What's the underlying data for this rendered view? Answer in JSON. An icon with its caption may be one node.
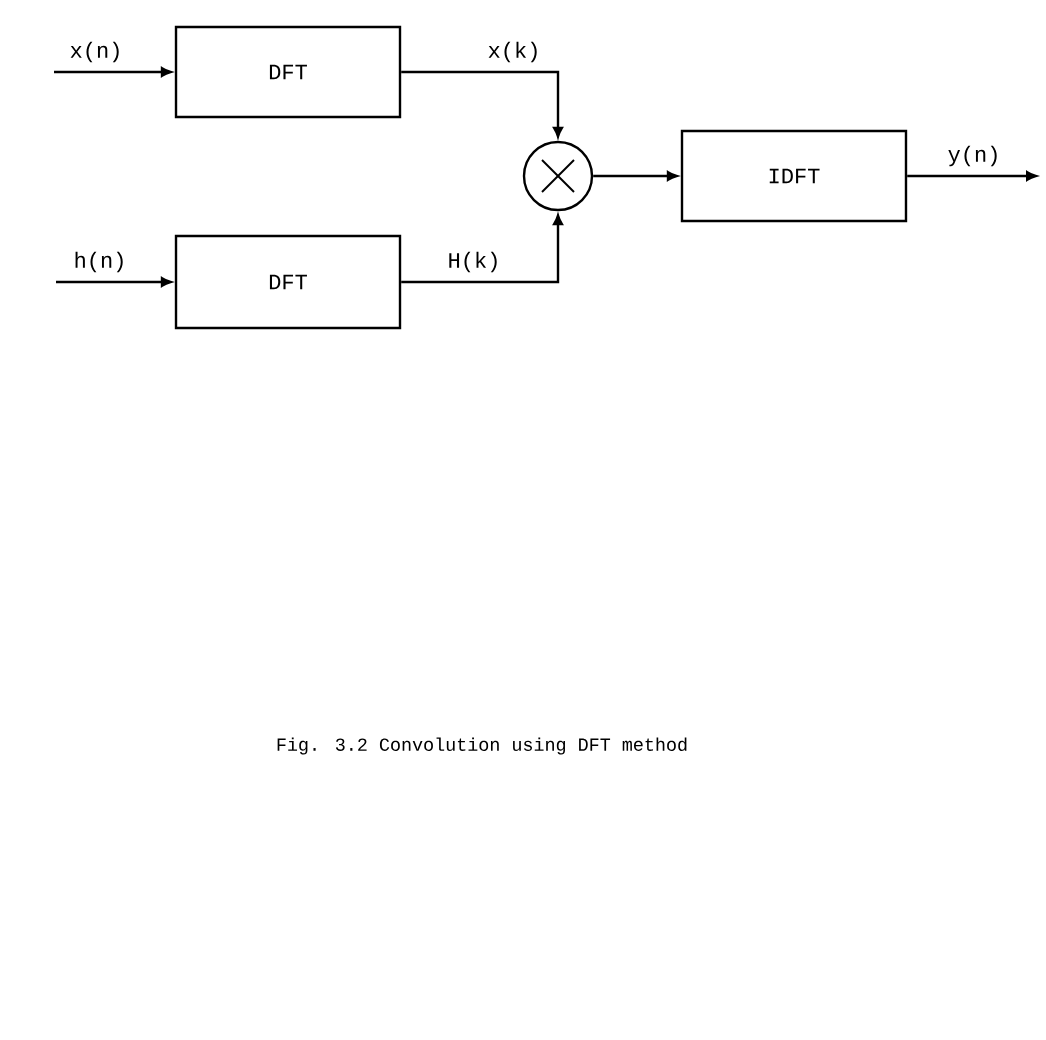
{
  "diagram": {
    "caption": "Fig. 3.2  Convolution using DFT method",
    "nodes": [
      {
        "text": [
          "DFT"
        ]
      },
      {
        "text": [
          "DFT"
        ]
      },
      {
        "text": [],
        "shape": "circle"
      },
      {
        "text": [
          "IDFT"
        ]
      }
    ],
    "edges": [
      {
        "from": null,
        "to": 0,
        "arrow": "to",
        "label": "x(n)"
      },
      {
        "from": null,
        "to": 1,
        "arrow": "to",
        "label": "h(n)"
      },
      {
        "from": 0,
        "to": 2,
        "arrow": "to",
        "label": "x(k)"
      },
      {
        "from": 1,
        "to": 2,
        "arrow": "to",
        "label": "H(k)"
      },
      {
        "from": 2,
        "to": 3,
        "arrow": "to"
      },
      {
        "from": 3,
        "to": null,
        "arrow": "to",
        "label": "y(n)"
      }
    ]
  }
}
